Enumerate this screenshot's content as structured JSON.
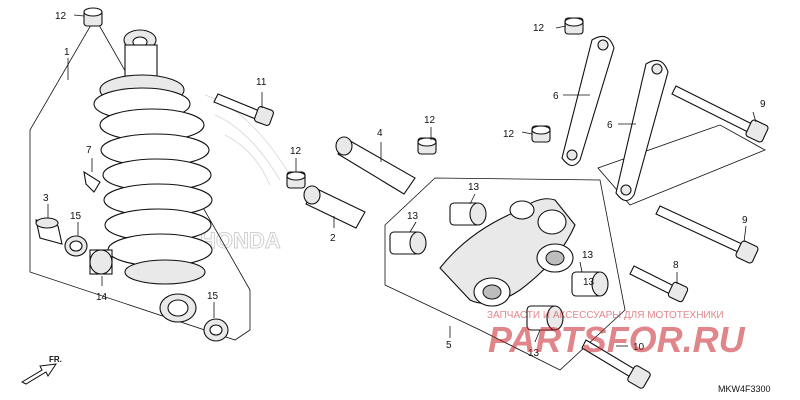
{
  "callouts": {
    "c1": "1",
    "c2": "2",
    "c3": "3",
    "c4": "4",
    "c5": "5",
    "c6a": "6",
    "c6b": "6",
    "c7": "7",
    "c8": "8",
    "c9a": "9",
    "c9b": "9",
    "c10": "10",
    "c11": "11",
    "c12a": "12",
    "c12b": "12",
    "c12c": "12",
    "c12d": "12",
    "c12e": "12",
    "c13a": "13",
    "c13b": "13",
    "c13c": "13",
    "c13d": "13",
    "c13e": "13",
    "c14": "14",
    "c15a": "15",
    "c15b": "15"
  },
  "diagram_code": "MKW4F3300",
  "direction_label": "FR.",
  "brand_mark": "HONDA",
  "watermark": {
    "top_line": "ЗАПЧАСТИ И АКСЕССУАРЫ ДЛЯ МОТОТЕХНИКИ",
    "main": "PARTSFOR.RU"
  },
  "colors": {
    "line": "#111111",
    "watermark": "#c8242d",
    "background": "#ffffff"
  }
}
